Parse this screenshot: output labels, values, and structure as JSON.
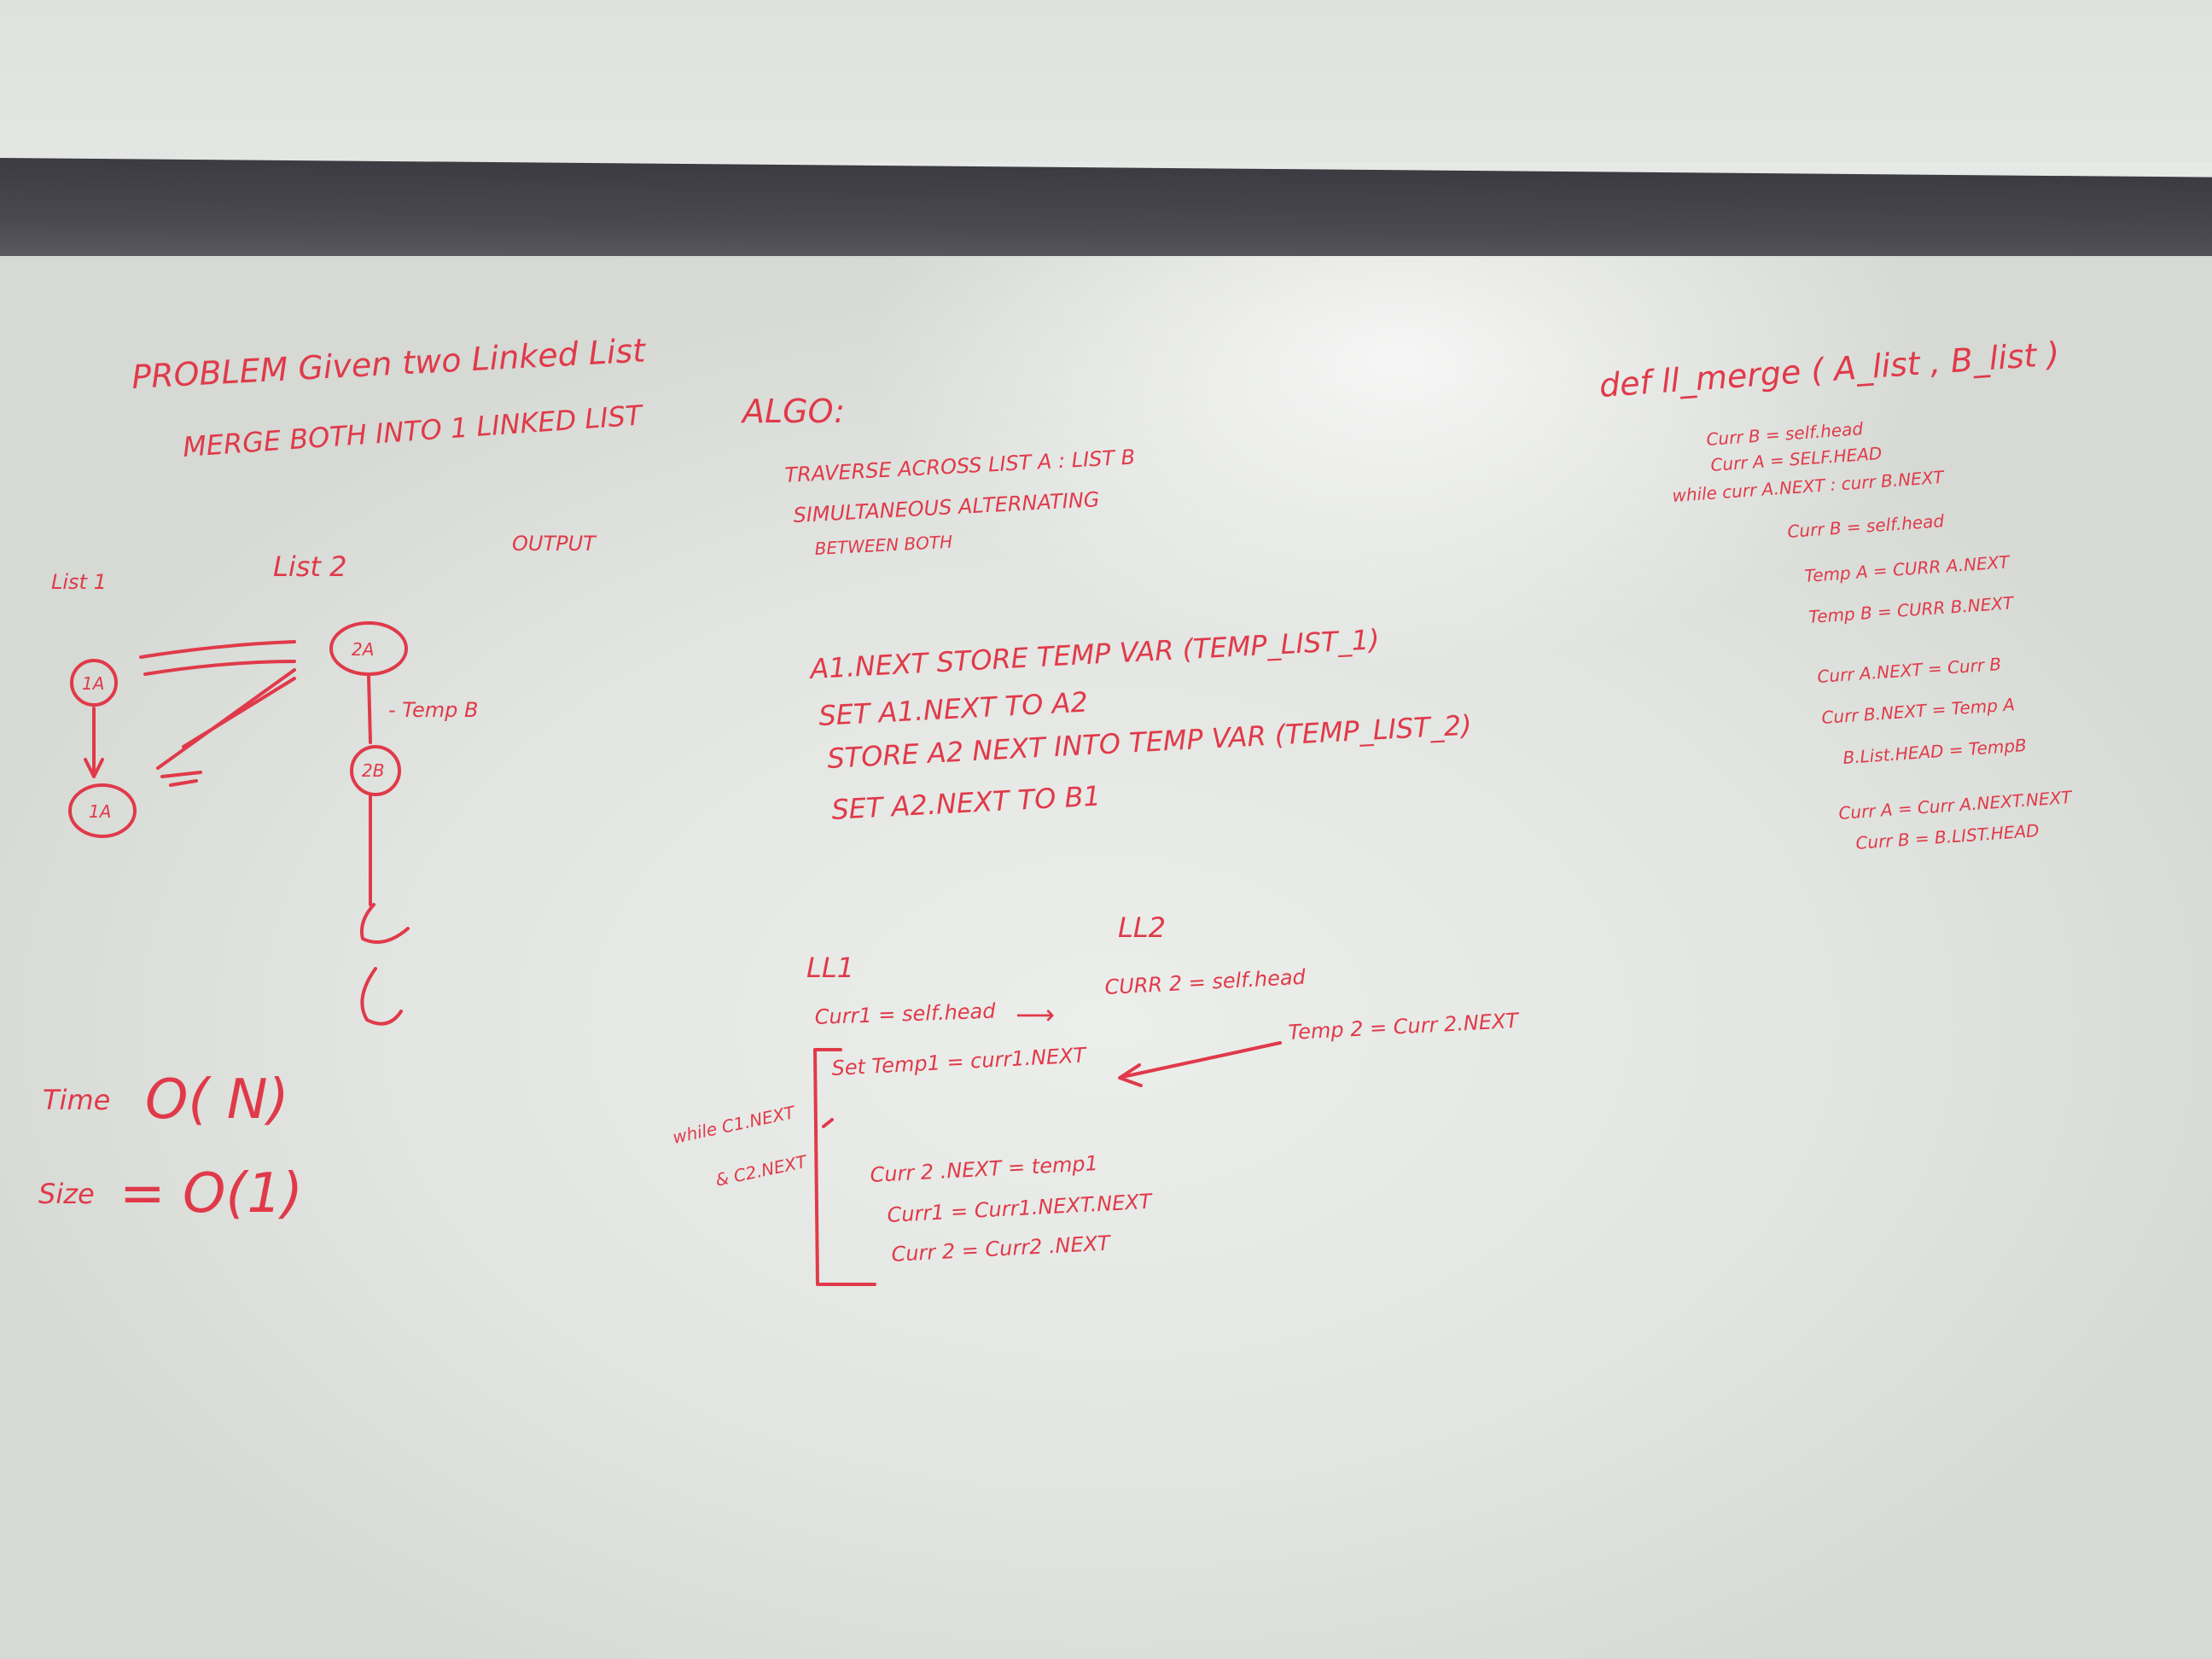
{
  "problem": {
    "line1": "PROBLEM   Given two Linked List",
    "line2": "MERGE  BOTH  INTO  1  LINKED LIST"
  },
  "diagram": {
    "list1_label": "List 1",
    "list2_label": "List 2",
    "output_label": "OUTPUT",
    "node1": "1A",
    "node2": "1A",
    "node3": "2A",
    "node4": "2B",
    "temp_label": "- Temp B"
  },
  "complexity": {
    "time_label": "Time",
    "time_value": "O( N)",
    "space_label": "Size",
    "space_value": "= O(1)"
  },
  "algo": {
    "title": "ALGO:",
    "lines": [
      "TRAVERSE ACROSS LIST A : LIST B",
      "SIMULTANEOUS ALTERNATING",
      "BETWEEN BOTH"
    ],
    "steps": [
      "A1.NEXT  STORE TEMP VAR (TEMP_LIST_1)",
      "SET  A1.NEXT TO  A2",
      "STORE  A2  NEXT INTO TEMP VAR (TEMP_LIST_2)",
      "SET  A2.NEXT TO  B1"
    ]
  },
  "code": {
    "ll2": "LL2",
    "ll1": "LL1",
    "curr1_line": "Curr1 = self.head",
    "arrow": "⟶",
    "curr2_line": "CURR 2 = self.head",
    "temp2_line": "Temp 2 = Curr 2.NEXT",
    "set_temp1": "Set Temp1 = curr1.NEXT",
    "while_line1": "while C1.NEXT",
    "while_line2": "& C2.NEXT",
    "body": [
      "Curr 2 .NEXT = temp1",
      "Curr1 = Curr1.NEXT.NEXT",
      "Curr 2 = Curr2 .NEXT"
    ]
  },
  "function": {
    "signature": "def  ll_merge ( A_list ,  B_list )",
    "lines": [
      "Curr B = self.head",
      "Curr A = SELF.HEAD",
      "while curr A.NEXT : curr B.NEXT",
      "Curr B = self.head",
      "Temp A = CURR A.NEXT",
      "Temp B = CURR B.NEXT",
      "Curr A.NEXT = Curr B",
      "Curr B.NEXT = Temp A",
      "B.List.HEAD = TempB",
      "Curr A = Curr A.NEXT.NEXT",
      "Curr B = B.LIST.HEAD"
    ]
  }
}
